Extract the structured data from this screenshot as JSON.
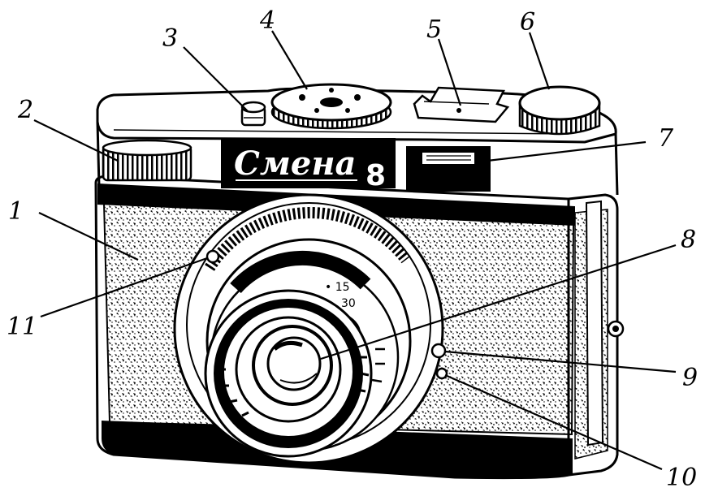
{
  "brand": {
    "name": "Смена",
    "model": "8"
  },
  "callouts": [
    {
      "id": "1",
      "text": "1"
    },
    {
      "id": "2",
      "text": "2"
    },
    {
      "id": "3",
      "text": "3"
    },
    {
      "id": "4",
      "text": "4"
    },
    {
      "id": "5",
      "text": "5"
    },
    {
      "id": "6",
      "text": "6"
    },
    {
      "id": "7",
      "text": "7"
    },
    {
      "id": "8",
      "text": "8"
    },
    {
      "id": "9",
      "text": "9"
    },
    {
      "id": "10",
      "text": "10"
    },
    {
      "id": "11",
      "text": "11"
    }
  ],
  "colors": {
    "ink": "#000000",
    "paper": "#ffffff"
  }
}
